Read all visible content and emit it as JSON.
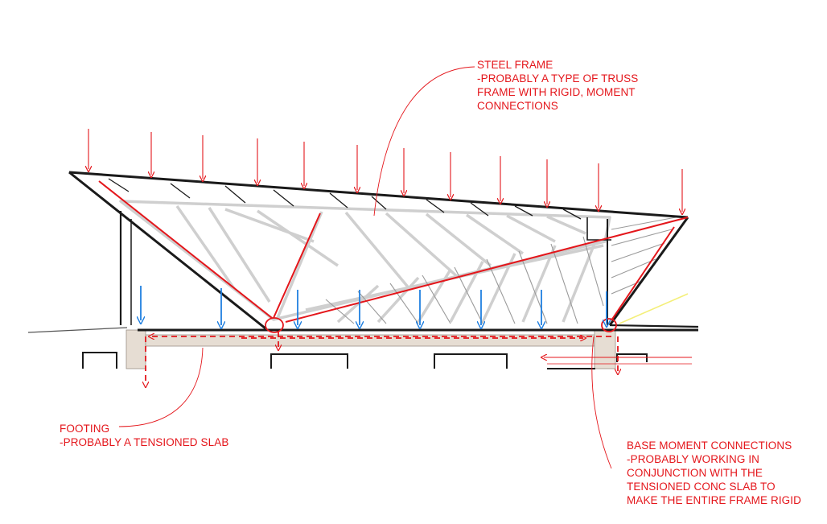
{
  "notes": {
    "steel_frame": {
      "title": "STEEL FRAME",
      "lines": [
        "-PROBABLY A TYPE OF TRUSS",
        "FRAME WITH RIGID, MOMENT",
        "CONNECTIONS"
      ]
    },
    "footing": {
      "title": "FOOTING",
      "lines": [
        "-PROBABLY A TENSIONED SLAB"
      ]
    },
    "base_moment": {
      "title": "BASE MOMENT CONNECTIONS",
      "lines": [
        "-PROBABLY WORKING IN",
        "CONJUNCTION WITH THE",
        "TENSIONED CONC SLAB TO",
        "MAKE THE ENTIRE FRAME RIGID"
      ]
    }
  },
  "colors": {
    "annotation_red": "#e4161b",
    "load_blue": "#1f7fe0",
    "outline_black": "#1a1a1a",
    "truss_grey": "#cfcfcf",
    "footing_beige": "#e6ddd3",
    "highlight_yellow": "#f4ef7a"
  }
}
